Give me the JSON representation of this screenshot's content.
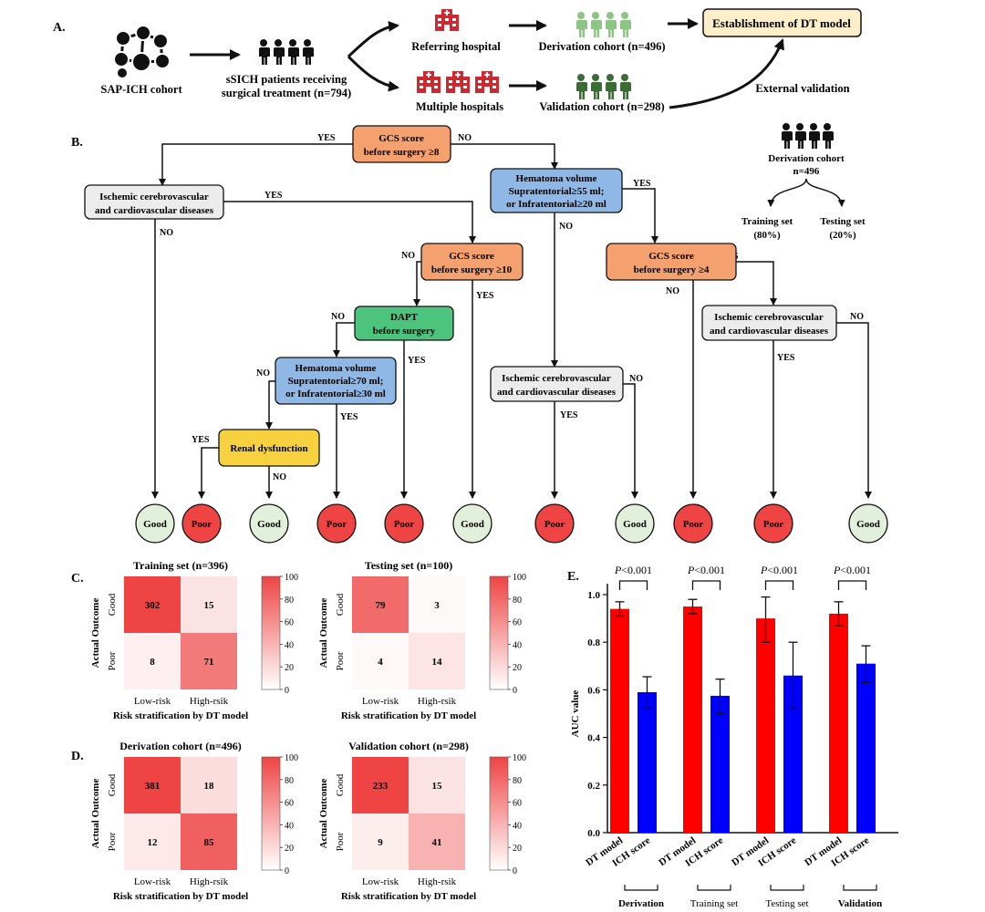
{
  "panel_a": {
    "label": "A.",
    "sap_cohort": "SAP-ICH cohort",
    "patients_line1": "sSICH patients receiving",
    "patients_line2": "surgical treatment (n=794)",
    "referring": "Referring hospital",
    "multiple": "Multiple hospitals",
    "derivation": "Derivation cohort (n=496)",
    "validation": "Validation  cohort (n=298)",
    "establish": "Establishment of DT model",
    "external": "External validation",
    "colors": {
      "hospital": "#d0282e",
      "light_people": "#8dc585",
      "dark_people": "#3d6b35",
      "establish_fill": "#fcefc9"
    }
  },
  "panel_b": {
    "label": "B.",
    "nodes": {
      "gcs8": [
        "GCS score",
        "before surgery ≥8"
      ],
      "icvd_left": [
        "Ischemic cerebrovascular",
        "and cardiovascular diseases"
      ],
      "hv55": [
        "Hematoma volume",
        "Supratentorial≥55 ml;",
        "or Infratentorial≥20 ml"
      ],
      "gcs10": [
        "GCS score",
        "before surgery ≥10"
      ],
      "gcs4": [
        "GCS score",
        "before surgery ≥4"
      ],
      "dapt": [
        "DAPT",
        "before surgery"
      ],
      "hv70": [
        "Hematoma volume",
        "Supratentorial≥70 ml;",
        "or Infratentorial≥30 ml"
      ],
      "renal": [
        "Renal dysfunction"
      ],
      "icvd_mid": [
        "Ischemic cerebrovascular",
        "and cardiovascular diseases"
      ],
      "icvd_right": [
        "Ischemic cerebrovascular",
        "and cardiovascular diseases"
      ]
    },
    "yes": "YES",
    "no": "NO",
    "leaves": [
      "Good",
      "Poor",
      "Good",
      "Poor",
      "Poor",
      "Good",
      "Poor",
      "Good",
      "Poor",
      "Poor",
      "Good"
    ],
    "split": {
      "cohort": "Derivation cohort",
      "n": "n=496",
      "train": "Training set",
      "train_pct": "(80%)",
      "test": "Testing set",
      "test_pct": "(20%)"
    },
    "colors": {
      "orange": "#f4a16f",
      "blue": "#8fb8e6",
      "green": "#4cc47e",
      "yellow": "#f7d23e",
      "gray": "#ececec",
      "good": "#e2efdb",
      "poor": "#ef4444"
    }
  },
  "panel_c": {
    "label": "C."
  },
  "panel_d": {
    "label": "D."
  },
  "confusion": {
    "ylabel": "Actual Outcome",
    "xlabel": "Risk stratification by DT model",
    "row_labels": [
      "Good",
      "Poor"
    ],
    "col_labels": [
      "Low-risk",
      "High-rsik"
    ],
    "colorbar_ticks": [
      "100",
      "80",
      "60",
      "40",
      "20",
      "0"
    ],
    "matrices": [
      {
        "title": "Training set (n=396)",
        "values": [
          [
            302,
            15
          ],
          [
            8,
            71
          ]
        ]
      },
      {
        "title": "Testing set (n=100)",
        "values": [
          [
            79,
            3
          ],
          [
            4,
            14
          ]
        ]
      },
      {
        "title": "Derivation cohort (n=496)",
        "values": [
          [
            381,
            18
          ],
          [
            12,
            85
          ]
        ]
      },
      {
        "title": "Validation  cohort (n=298)",
        "values": [
          [
            233,
            15
          ],
          [
            9,
            41
          ]
        ]
      }
    ]
  },
  "chart_data": {
    "type": "bar",
    "panel_label": "E.",
    "ylabel": "AUC value",
    "ylim": [
      0,
      1.0
    ],
    "yticks": [
      "0.0",
      "0.2",
      "0.4",
      "0.6",
      "0.8",
      "1.0"
    ],
    "categories": [
      "Derivation",
      "Training set",
      "Testing set",
      "Validation"
    ],
    "category_bold": [
      true,
      false,
      false,
      true
    ],
    "bar_labels": [
      "DT model",
      "ICH score"
    ],
    "series": [
      {
        "name": "DT model",
        "color": "#ff0000",
        "values": [
          0.94,
          0.95,
          0.9,
          0.92
        ],
        "err_low": [
          0.91,
          0.92,
          0.8,
          0.87
        ],
        "err_high": [
          0.97,
          0.98,
          0.99,
          0.97
        ]
      },
      {
        "name": "ICH score",
        "color": "#0000ff",
        "values": [
          0.59,
          0.575,
          0.66,
          0.71
        ],
        "err_low": [
          0.52,
          0.5,
          0.52,
          0.63
        ],
        "err_high": [
          0.655,
          0.645,
          0.8,
          0.785
        ]
      }
    ],
    "p_labels": [
      "P<0.001",
      "P<0.001",
      "P<0.001",
      "P<0.001"
    ]
  }
}
